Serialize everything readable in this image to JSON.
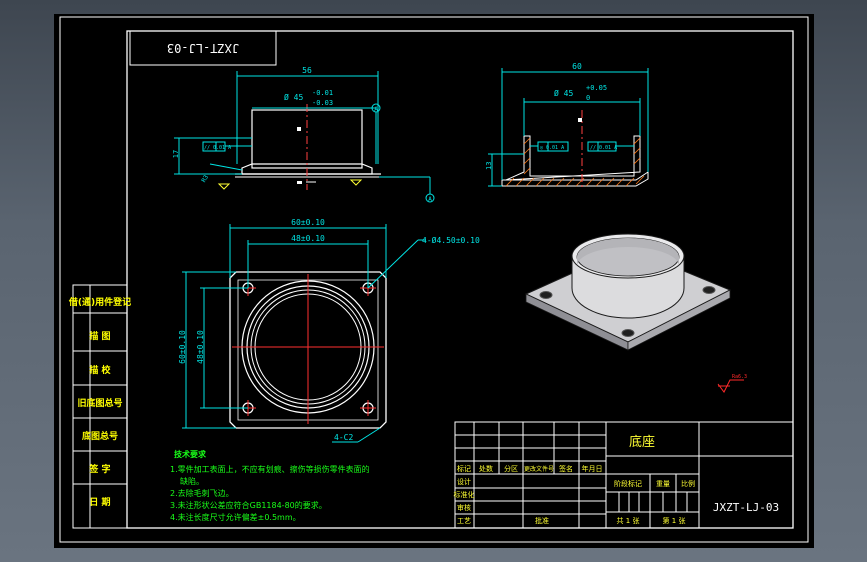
{
  "drawing": {
    "code_mirrored": "JXZT-LJ-03",
    "code": "JXZT-LJ-03",
    "title": "底座"
  },
  "front_view": {
    "dim_top": "56",
    "dim_dia": "Ø 45",
    "tol_dia_upper": "-0.01",
    "tol_dia_lower": "-0.03",
    "dim_height": "17",
    "dim_flange": "R3",
    "datum_label": "A",
    "fcf": "// 0.01 A"
  },
  "section_view": {
    "dim_top": "60",
    "dim_dia": "Ø 45",
    "tol_upper": "+0.05",
    "tol_lower": "0",
    "dim_thk": "13",
    "fcf_left": "◎ 0.01 A",
    "fcf_right": "// 0.01 A"
  },
  "plan_view": {
    "dim_outer": "60±0.10",
    "dim_inner": "48±0.10",
    "dim_outer_v": "60±0.10",
    "dim_inner_v": "48±0.10",
    "hole_note": "4-Ø4.50±0.10",
    "chamfer": "4-C2"
  },
  "left_margin": {
    "rows": [
      "借(通)用件登记",
      "描 图",
      "描 校",
      "旧底图总号",
      "底图总号",
      "签 字",
      "日 期"
    ]
  },
  "tech_req": {
    "heading": "技术要求",
    "items": [
      "1.零件加工表面上，不应有划痕、擦伤等损伤零件表面的",
      "缺陷。",
      "2.去除毛刺飞边。",
      "3.未注形状公差应符合GB1184-80的要求。",
      "4.未注长度尺寸允许偏差±0.5mm。"
    ]
  },
  "surface_symbol": "Ra6.3",
  "title_block": {
    "row_headers": [
      "标记",
      "处数",
      "分区",
      "更改文件号",
      "签名",
      "年月日"
    ],
    "left_rows": [
      "设计",
      "标准化",
      "审核",
      "工艺"
    ],
    "approve": "批准",
    "stage": "阶段标记",
    "weight": "重量",
    "scale": "比例",
    "sheets_total": "共 1 张",
    "sheet_no": "第 1 张"
  },
  "colors": {
    "outline": "#ffffff",
    "dimension": "#00e5e5",
    "text_green": "#19ff19",
    "hole": "#ff2a2a",
    "centerline": "#ff3030",
    "yellow": "#ffff33",
    "margin_text": "#ffff00"
  }
}
